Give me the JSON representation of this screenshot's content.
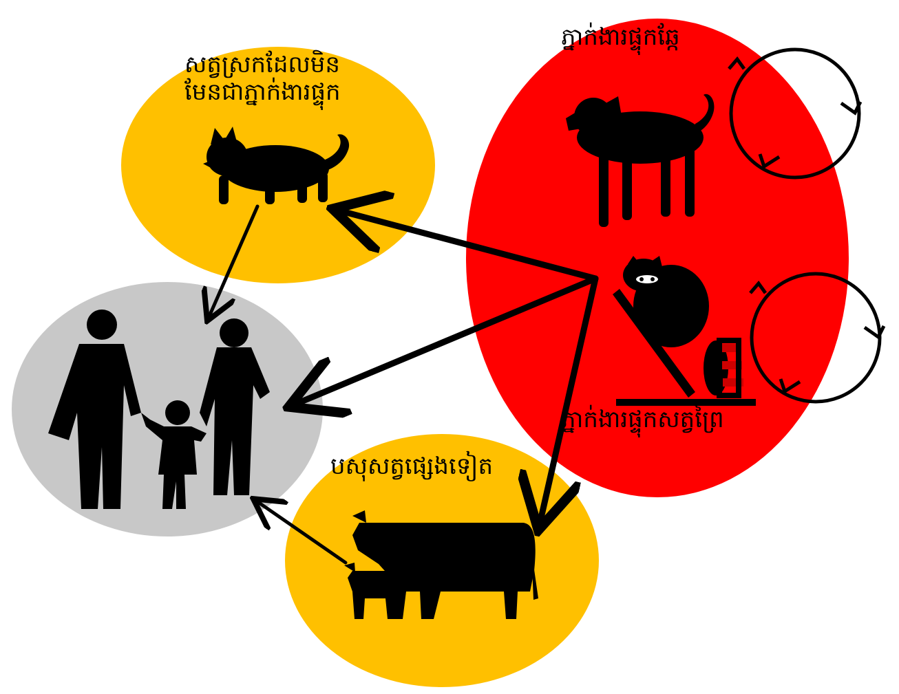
{
  "labels": {
    "stray_animals_line1": "សត្វស្រកដែលមិន",
    "stray_animals_line2": "មែនជាភ្នាក់ងារផ្ទុក",
    "dog_reservoir": "ភ្នាក់ងារផ្ទុកឆ្កែ",
    "wildlife_reservoir": "ភ្នាក់ងារផ្ទុកសត្វព្រៃ",
    "livestock": "បសុសត្វផ្សេងទៀត"
  },
  "colors": {
    "reservoir": "#ff0000",
    "non_reservoir": "#ffc000",
    "humans": "#c8c8c8",
    "ink": "#000000"
  },
  "icons": [
    "cat-icon",
    "dog-icon",
    "raccoon-icon",
    "family-icon",
    "cow-icon",
    "calf-icon",
    "cycle-icon"
  ]
}
